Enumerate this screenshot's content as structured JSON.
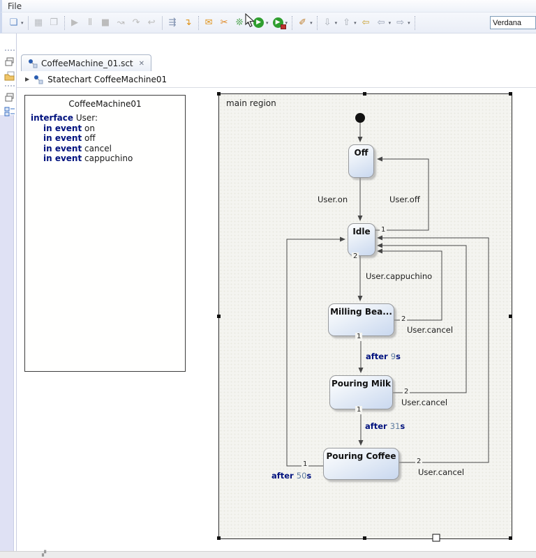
{
  "glyphs": {
    "caret": "▾",
    "close": "✕",
    "expander": "▶"
  },
  "menubar": {
    "items": [
      {
        "label": "File"
      }
    ]
  },
  "toolbar": {
    "font_combo": "Verdana",
    "items": [
      {
        "name": "new-wizard-button",
        "glyph": "❏",
        "color": "#5b87c5",
        "caret": true
      },
      {
        "sep": "line"
      },
      {
        "name": "save-button",
        "glyph": "▦",
        "color": "#b9bcc0"
      },
      {
        "name": "save-all-button",
        "glyph": "❐",
        "color": "#b9bcc0"
      },
      {
        "sep": "dotted"
      },
      {
        "name": "resume-button",
        "glyph": "▶",
        "color": "#bcbcbc"
      },
      {
        "name": "pause-button",
        "glyph": "Ⅱ",
        "color": "#bcbcbc"
      },
      {
        "name": "stop-button",
        "glyph": "■",
        "color": "#bcbcbc"
      },
      {
        "name": "step-marker-button",
        "glyph": "↝",
        "color": "#bcbcbc"
      },
      {
        "name": "step-over-button",
        "glyph": "↷",
        "color": "#bcbcbc"
      },
      {
        "name": "step-return-button",
        "glyph": "↩",
        "color": "#bcbcbc"
      },
      {
        "sep": "line"
      },
      {
        "name": "show-execution-button",
        "glyph": "⇶",
        "color": "#7d8fae"
      },
      {
        "name": "transform-button",
        "glyph": "↴",
        "color": "#e0951e"
      },
      {
        "sep": "dotted"
      },
      {
        "name": "generate-model-button",
        "glyph": "✉",
        "color": "#e0951e"
      },
      {
        "name": "generate-code-button",
        "glyph": "✂",
        "color": "#e0851e"
      },
      {
        "name": "validate-button",
        "glyph": "❊",
        "color": "#3a9a3a",
        "caret": true
      },
      {
        "name": "run-button",
        "glyph": "▶",
        "color": "#ffffff",
        "circle": "#2f9e2f",
        "caret": true
      },
      {
        "name": "debug-button",
        "glyph": "▶",
        "color": "#ffffff",
        "circle": "#2f9e2f",
        "badge": "#c03030",
        "caret": true
      },
      {
        "sep": "dotted"
      },
      {
        "name": "marker-button",
        "glyph": "✐",
        "color": "#c08030",
        "caret": true
      },
      {
        "sep": "dotted"
      },
      {
        "name": "import-button",
        "glyph": "⇩",
        "color": "#a8adb5",
        "caret": true
      },
      {
        "name": "export-button",
        "glyph": "⇧",
        "color": "#a8adb5",
        "caret": true
      },
      {
        "name": "last-edit-location-button",
        "glyph": "⇦",
        "color": "#c8a030"
      },
      {
        "name": "back-button",
        "glyph": "⇦",
        "color": "#9aa3b5",
        "caret": true
      },
      {
        "name": "forward-button",
        "glyph": "⇨",
        "color": "#9aa3b5",
        "caret": true
      },
      {
        "sep": "dotted"
      }
    ]
  },
  "editor": {
    "tab": {
      "label": "CoffeeMachine_01.sct"
    },
    "breadcrumb": {
      "label": "Statechart CoffeeMachine01"
    }
  },
  "interface_box": {
    "title": "CoffeeMachine01",
    "lines": [
      {
        "keyword": "interface",
        "rest": " User:"
      },
      {
        "keyword": "in event",
        "rest": " on"
      },
      {
        "keyword": "in event",
        "rest": " off"
      },
      {
        "keyword": "in event",
        "rest": " cancel"
      },
      {
        "keyword": "in event",
        "rest": " cappuchino"
      }
    ]
  },
  "diagram": {
    "region_label": "main region",
    "states": {
      "off": {
        "label": "Off"
      },
      "idle": {
        "label": "Idle"
      },
      "milling": {
        "label": "Milling Bea..."
      },
      "pouring_milk": {
        "label": "Pouring Milk"
      },
      "pouring_coffee": {
        "label": "Pouring Coffee"
      }
    },
    "transitions": {
      "user_on": "User.on",
      "user_off": "User.off",
      "user_cappuchino": "User.cappuchino",
      "cancel_from_milling": "User.cancel",
      "cancel_from_milk": "User.cancel",
      "cancel_from_coffee": "User.cancel",
      "after9": {
        "kw": "after ",
        "num": "9",
        "unit": "s"
      },
      "after31": {
        "kw": "after ",
        "num": "31",
        "unit": "s"
      },
      "after50": {
        "kw": "after ",
        "num": "50",
        "unit": "s"
      },
      "priorities": {
        "idle_to_off": "1",
        "idle_to_milling": "2",
        "milling_down": "1",
        "milling_cancel": "2",
        "milk_down": "1",
        "milk_cancel": "2",
        "coffee_left": "1",
        "coffee_cancel": "2"
      }
    }
  }
}
